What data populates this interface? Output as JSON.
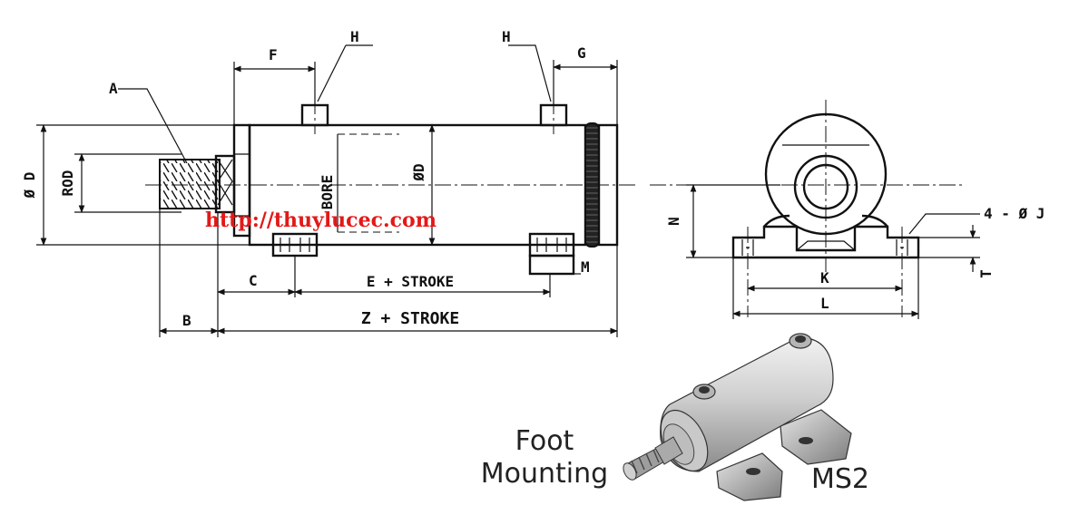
{
  "labels": {
    "A": "A",
    "B": "B",
    "C": "C",
    "F": "F",
    "G": "G",
    "H1": "H",
    "H2": "H",
    "M": "M",
    "N": "N",
    "K": "K",
    "L": "L",
    "T": "T",
    "dia_D_left": "Ø D",
    "rod": "ROD",
    "bore": "BORE",
    "dia_D_body": "ØD",
    "holes": "4 - Ø J",
    "e_stroke": "E + STROKE",
    "z_stroke": "Z + STROKE"
  },
  "caption": {
    "line1": "Foot",
    "line2": "Mounting",
    "model": "MS2"
  },
  "watermark": "http://thuylucec.com",
  "colors": {
    "line": "#111111",
    "watermark": "#e41818"
  }
}
